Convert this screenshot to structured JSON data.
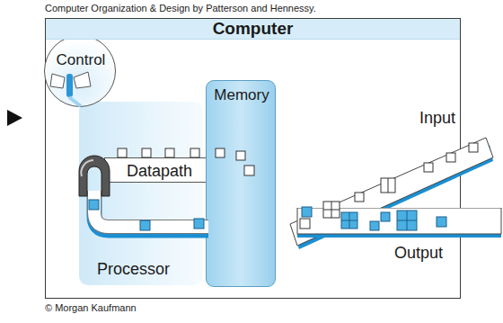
{
  "diagram": {
    "caption": "Computer Organization & Design by Patterson and Hennessy.",
    "nodes": [
      {
        "text": [
          "Computer"
        ]
      },
      {
        "text": [
          "Processor"
        ],
        "in": 0
      },
      {
        "text": [
          "Control"
        ],
        "in": 1
      },
      {
        "text": [
          "Datapath"
        ],
        "in": 1
      },
      {
        "text": [
          "Memory"
        ],
        "in": 0
      },
      {
        "text": [
          "Input"
        ],
        "in": 0
      },
      {
        "text": [
          "Output"
        ],
        "in": 0
      }
    ],
    "labels": [
      "© Morgan Kaufmann"
    ]
  }
}
